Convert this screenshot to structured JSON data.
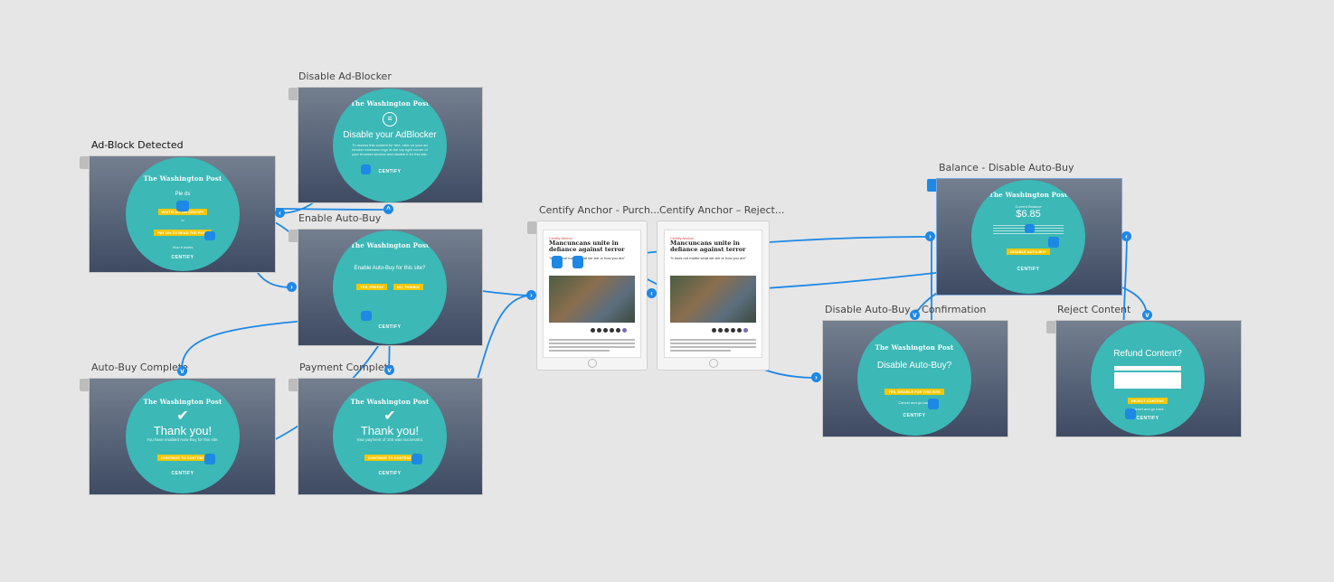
{
  "screens": {
    "ad_block_detected": {
      "label": "Ad-Block Detected",
      "brand": "The Washington Post",
      "partial_text": "Ple      ds",
      "btn1": "WHITELIST ON CENTIFY",
      "or_text": "or",
      "btn2": "PAY 10¢ TO READ THE POST",
      "footer_link": "How it works",
      "certify": "CENTIFY"
    },
    "disable_ad_blocker": {
      "label": "Disable Ad-Blocker",
      "brand": "The Washington Post",
      "headline": "Disable your AdBlocker",
      "body": "To access this content for free, click on your ad blocker extension logo at the top right corner of your browser window and disable it for this site.",
      "certify": "CENTIFY"
    },
    "enable_auto_buy": {
      "label": "Enable Auto-Buy",
      "brand": "The Washington Post",
      "headline": "Enable Auto-Buy for this site?",
      "btn_yes": "YES, PREPAY",
      "btn_no": "NO, THANKS",
      "certify": "CENTIFY"
    },
    "auto_buy_complete": {
      "label": "Auto-Buy Complete",
      "brand": "The Washington Post",
      "headline": "Thank you!",
      "sub": "You have enabled Auto-Buy for this site.",
      "btn": "CONTINUE TO CONTENT",
      "certify": "CENTIFY"
    },
    "payment_complete": {
      "label": "Payment Complete",
      "brand": "The Washington Post",
      "headline": "Thank you!",
      "sub": "Your payment of 10¢ was successful.",
      "btn": "CONTINUE TO CONTENT",
      "certify": "CENTIFY"
    },
    "anchor_purchase": {
      "label": "Centify Anchor - Purch...",
      "kicker": "Centify Anchor",
      "title": "Mancuncans unite in defiance against terror",
      "question": "\"It does not matter what we are or how you are\""
    },
    "anchor_reject": {
      "label": "Centify Anchor – Reject...",
      "kicker": "Centify Anchor",
      "title": "Mancuncans unite in defiance against terror",
      "question": "\"It does not matter what we are or how you are\""
    },
    "balance_disable": {
      "label": "Balance - Disable Auto-Buy",
      "brand": "The Washington Post",
      "balance_caption": "Current Balance",
      "balance": "$6.85",
      "btn": "DISABLE AUTO-BUY",
      "certify": "CENTIFY"
    },
    "disable_confirm": {
      "label": "Disable Auto-Buy – Confirmation",
      "brand": "The Washington Post",
      "headline": "Disable Auto-Buy?",
      "btn": "YES, DISABLE FOR THIS SITE",
      "link": "Cancel and go back",
      "certify": "CENTIFY"
    },
    "reject_content": {
      "label": "Reject Content",
      "headline": "Refund Content?",
      "btn": "REJECT CONTENT",
      "link": "Cancel and go back",
      "certify": "CENTIFY"
    }
  },
  "colors": {
    "canvas": "#e6e6e6",
    "circle": "#3cb8b6",
    "wire": "#1e88e5",
    "button": "#f2c600"
  }
}
